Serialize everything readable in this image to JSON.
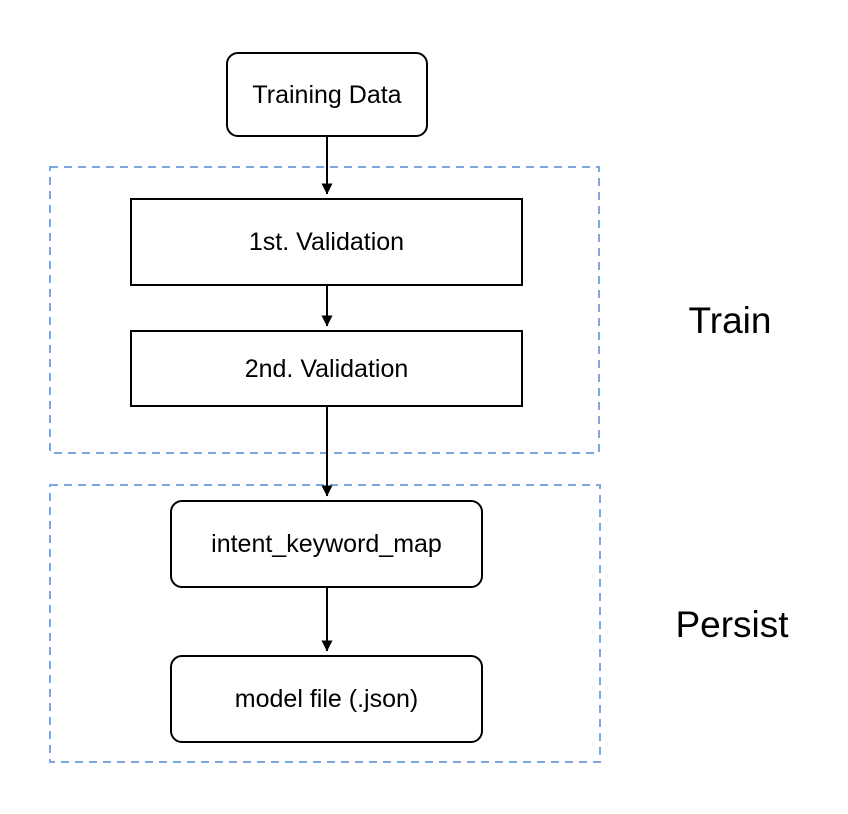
{
  "diagram": {
    "title": "training pipeline flowchart",
    "nodes": [
      {
        "id": "training-data",
        "label": "Training Data",
        "shape": "rounded-rectangle",
        "group": null
      },
      {
        "id": "first-validation",
        "label": "1st. Validation",
        "shape": "rectangle",
        "group": "Train"
      },
      {
        "id": "second-validation",
        "label": "2nd. Validation",
        "shape": "rectangle",
        "group": "Train"
      },
      {
        "id": "intent-keyword-map",
        "label": "intent_keyword_map",
        "shape": "rounded-rectangle",
        "group": "Persist"
      },
      {
        "id": "model-file",
        "label": "model file (.json)",
        "shape": "rounded-rectangle",
        "group": "Persist"
      }
    ],
    "groups": [
      {
        "id": "train",
        "label": "Train",
        "border_style": "dashed"
      },
      {
        "id": "persist",
        "label": "Persist",
        "border_style": "dashed"
      }
    ],
    "edges": [
      {
        "from": "training-data",
        "to": "first-validation",
        "style": "arrow"
      },
      {
        "from": "first-validation",
        "to": "second-validation",
        "style": "arrow"
      },
      {
        "from": "second-validation",
        "to": "intent-keyword-map",
        "style": "arrow"
      },
      {
        "from": "intent-keyword-map",
        "to": "model-file",
        "style": "arrow"
      }
    ],
    "colors": {
      "background": "#ffffff",
      "node_fill": "#ffffff",
      "node_border": "#000000",
      "group_border": "#7ea6e0",
      "arrow": "#000000",
      "text": "#000000"
    }
  }
}
